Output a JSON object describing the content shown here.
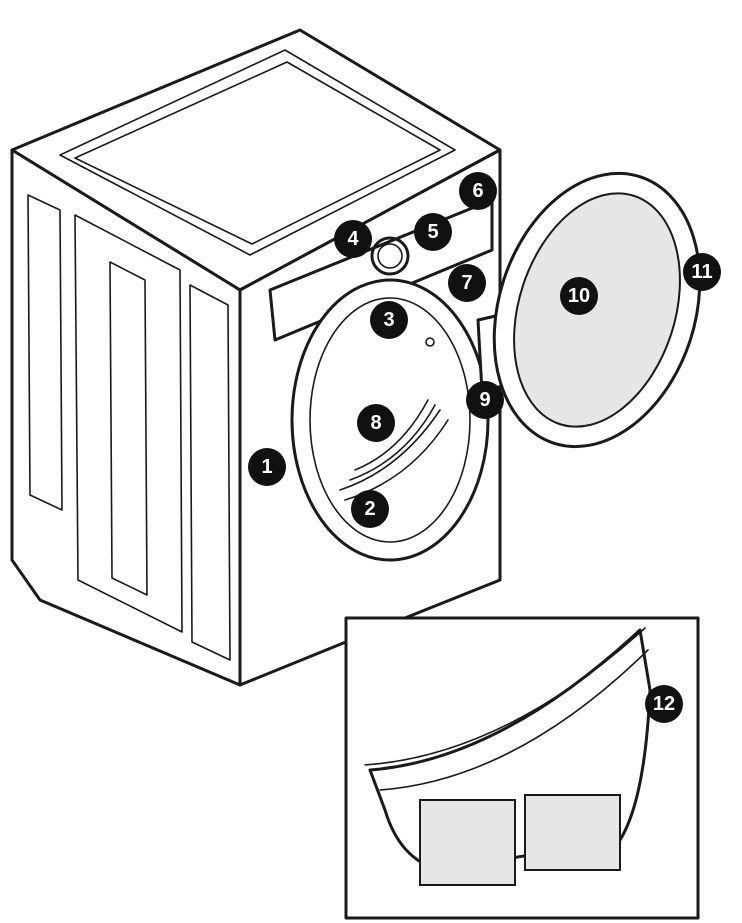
{
  "callouts": [
    {
      "id": "1",
      "label": "1"
    },
    {
      "id": "2",
      "label": "2"
    },
    {
      "id": "3",
      "label": "3"
    },
    {
      "id": "4",
      "label": "4"
    },
    {
      "id": "5",
      "label": "5"
    },
    {
      "id": "6",
      "label": "6"
    },
    {
      "id": "7",
      "label": "7"
    },
    {
      "id": "8",
      "label": "8"
    },
    {
      "id": "9",
      "label": "9"
    },
    {
      "id": "10",
      "label": "10"
    },
    {
      "id": "11",
      "label": "11"
    },
    {
      "id": "12",
      "label": "12"
    }
  ],
  "colors": {
    "ink": "#1a1a1a",
    "mesh": "#e6e6e6",
    "callout_fill": "#111111",
    "callout_text": "#ffffff"
  }
}
